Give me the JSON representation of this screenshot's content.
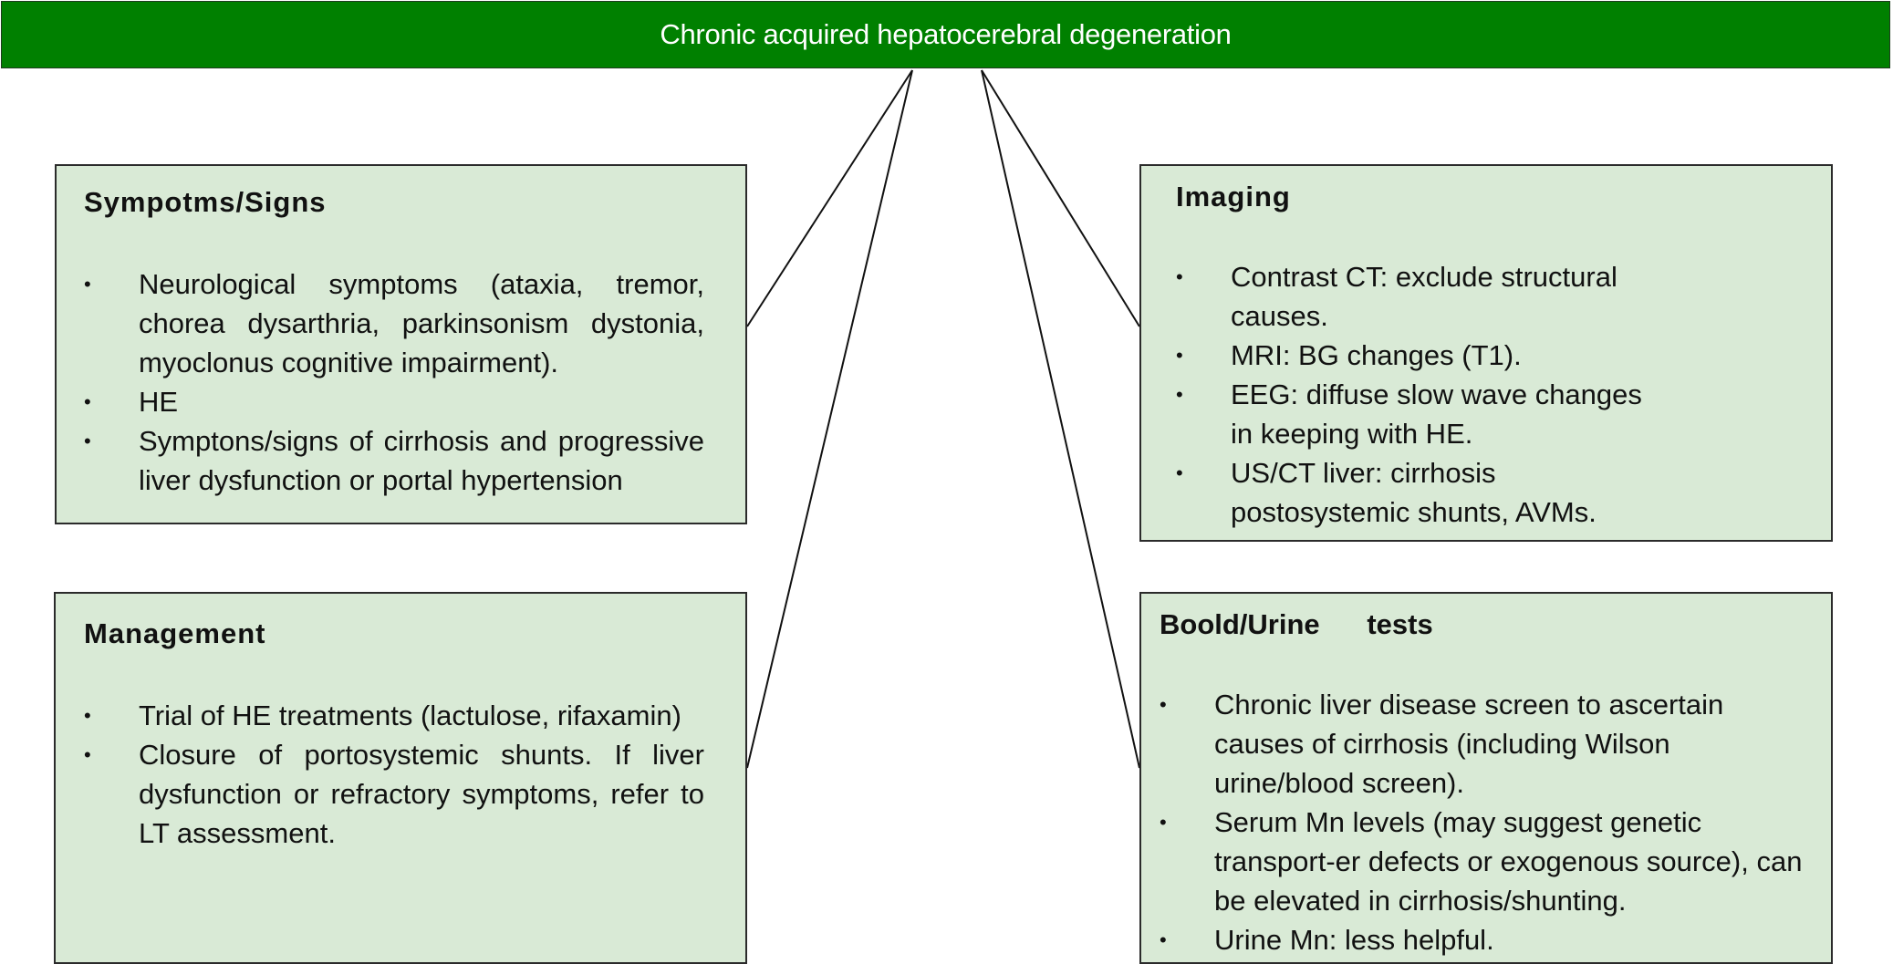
{
  "header": {
    "title": "Chronic acquired hepatocerebral degeneration",
    "background_color": "#008000",
    "text_color": "#ffffff"
  },
  "box_fill_color": "#d9ead6",
  "boxes": {
    "symptoms": {
      "title": "Sympotms/Signs",
      "items": [
        "Neurological symptoms (ataxia, tremor, chorea dysarthria, parkinsonism dystonia, myoclonus cognitive impairment).",
        "HE",
        "Symptons/signs of cirrhosis and progressive liver dysfunction or portal hypertension"
      ]
    },
    "management": {
      "title": "Management",
      "items": [
        "Trial of HE treatments (lactulose, rifaxamin)",
        "Closure of portosystemic shunts. If liver dysfunction or refractory symptoms, refer to LT assessment."
      ]
    },
    "imaging": {
      "title": "Imaging",
      "items": [
        "Contrast CT: exclude structural causes.",
        "MRI: BG changes (T1).",
        "EEG: diffuse slow wave changes in keeping with HE.",
        "US/CT liver: cirrhosis postosystemic shunts, AVMs."
      ]
    },
    "tests": {
      "title": "Boold/Urine      tests",
      "items": [
        "Chronic liver disease screen to ascertain causes of cirrhosis (including Wilson urine/blood screen).",
        "Serum Mn levels (may suggest genetic transport-er defects or exogenous source), can be elevated in cirrhosis/shunting.",
        "Urine Mn: less helpful."
      ]
    }
  }
}
